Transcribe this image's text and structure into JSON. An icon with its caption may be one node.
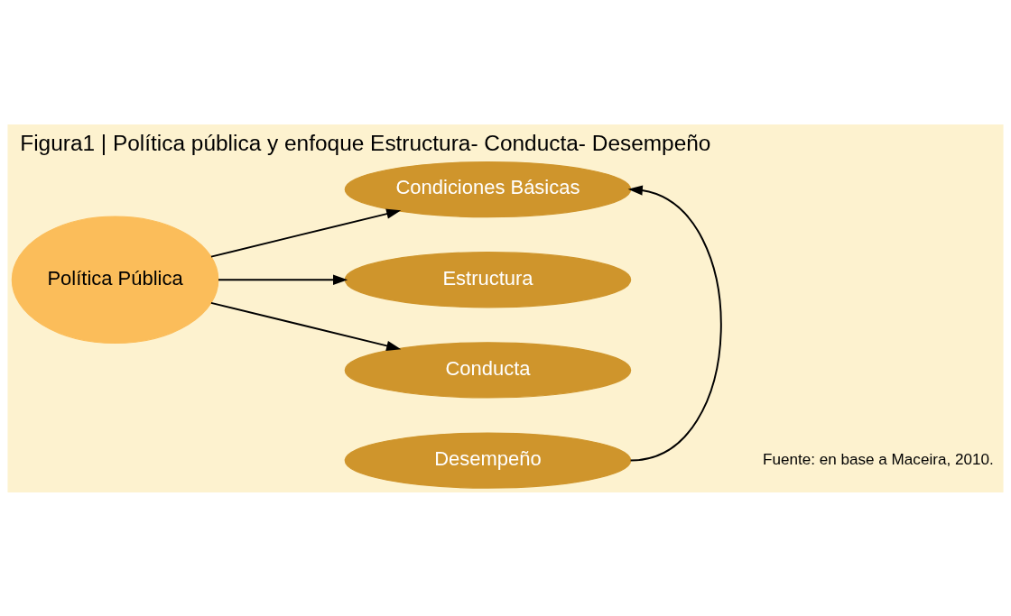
{
  "diagram": {
    "title": "Figura1 | Política pública y enfoque Estructura- Conducta- Desempeño",
    "caption": "Fuente: en base a Maceira, 2010.",
    "nodes": [
      {
        "text": [
          "Política Pública"
        ]
      },
      {
        "text": [
          "Condiciones Básicas"
        ]
      },
      {
        "text": [
          "Estructura"
        ]
      },
      {
        "text": [
          "Conducta"
        ]
      },
      {
        "text": [
          "Desempeño"
        ]
      }
    ],
    "edges": [
      {
        "from": 0,
        "to": 1,
        "arrow": "to"
      },
      {
        "from": 0,
        "to": 2,
        "arrow": "to"
      },
      {
        "from": 0,
        "to": 3,
        "arrow": "to"
      },
      {
        "from": 4,
        "to": 1,
        "arrow": "to"
      }
    ]
  }
}
